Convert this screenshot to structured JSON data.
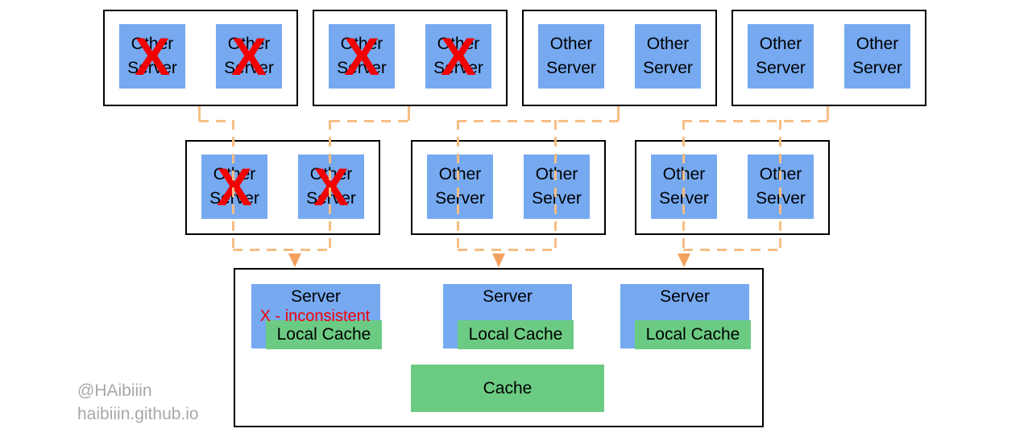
{
  "colors": {
    "server_blue": "#76a9f0",
    "cache_green": "#6ccb83",
    "connector_orange": "#f6be85",
    "arrow_orange": "#f3a15f",
    "failure_red": "#f30000",
    "box_border": "#000000",
    "watermark_gray": "#a8a8a8"
  },
  "fail_mark": "X",
  "top_row": [
    {
      "name": "peer-group-1",
      "servers": [
        {
          "label": "Other Server",
          "failed": true
        },
        {
          "label": "Other Server",
          "failed": true
        }
      ]
    },
    {
      "name": "peer-group-2",
      "servers": [
        {
          "label": "Other Server",
          "failed": true
        },
        {
          "label": "Other Server",
          "failed": true
        }
      ]
    },
    {
      "name": "peer-group-3",
      "servers": [
        {
          "label": "Other Server",
          "failed": false
        },
        {
          "label": "Other Server",
          "failed": false
        }
      ]
    },
    {
      "name": "peer-group-4",
      "servers": [
        {
          "label": "Other Server",
          "failed": false
        },
        {
          "label": "Other Server",
          "failed": false
        }
      ]
    }
  ],
  "middle_row": [
    {
      "name": "relay-group-1",
      "servers": [
        {
          "label": "Other Server",
          "failed": true
        },
        {
          "label": "Other Server",
          "failed": true
        }
      ]
    },
    {
      "name": "relay-group-2",
      "servers": [
        {
          "label": "Other Server",
          "failed": false
        },
        {
          "label": "Other Server",
          "failed": false
        }
      ]
    },
    {
      "name": "relay-group-3",
      "servers": [
        {
          "label": "Other Server",
          "failed": false
        },
        {
          "label": "Other Server",
          "failed": false
        }
      ]
    }
  ],
  "bottom": {
    "units": [
      {
        "server_label": "Server",
        "cache_label": "Local Cache",
        "note": "X - inconsistent"
      },
      {
        "server_label": "Server",
        "cache_label": "Local Cache",
        "note": ""
      },
      {
        "server_label": "Server",
        "cache_label": "Local Cache",
        "note": ""
      }
    ],
    "shared_cache_label": "Cache"
  },
  "watermark": {
    "line1": "@HAibiiin",
    "line2": "haibiiin.github.io"
  }
}
